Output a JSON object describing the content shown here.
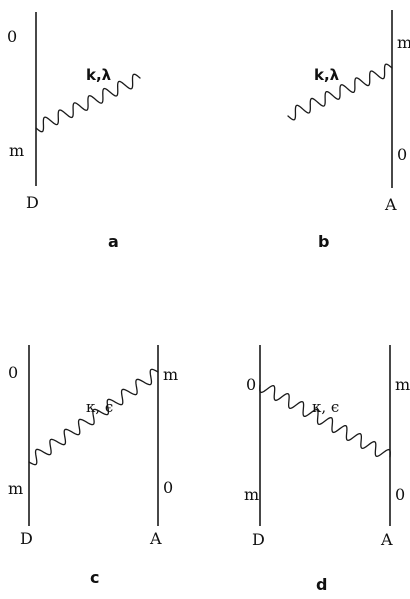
{
  "panels": {
    "a": {
      "sublabel": "a",
      "top_state": "0",
      "bottom_state": "m",
      "atom": "D",
      "photon": "k,λ"
    },
    "b": {
      "sublabel": "b",
      "top_state": "m",
      "bottom_state": "0",
      "atom": "A",
      "photon": "k,λ"
    },
    "c": {
      "sublabel": "c",
      "donor_top": "0",
      "donor_bottom": "m",
      "acceptor_top": "m",
      "acceptor_bottom": "0",
      "donor": "D",
      "acceptor": "A",
      "photon": "κ, ϵ"
    },
    "d": {
      "sublabel": "d",
      "donor_top": "0",
      "donor_bottom": "m",
      "acceptor_top": "m",
      "acceptor_bottom": "0",
      "donor": "D",
      "acceptor": "A",
      "photon": "κ, ϵ"
    }
  }
}
